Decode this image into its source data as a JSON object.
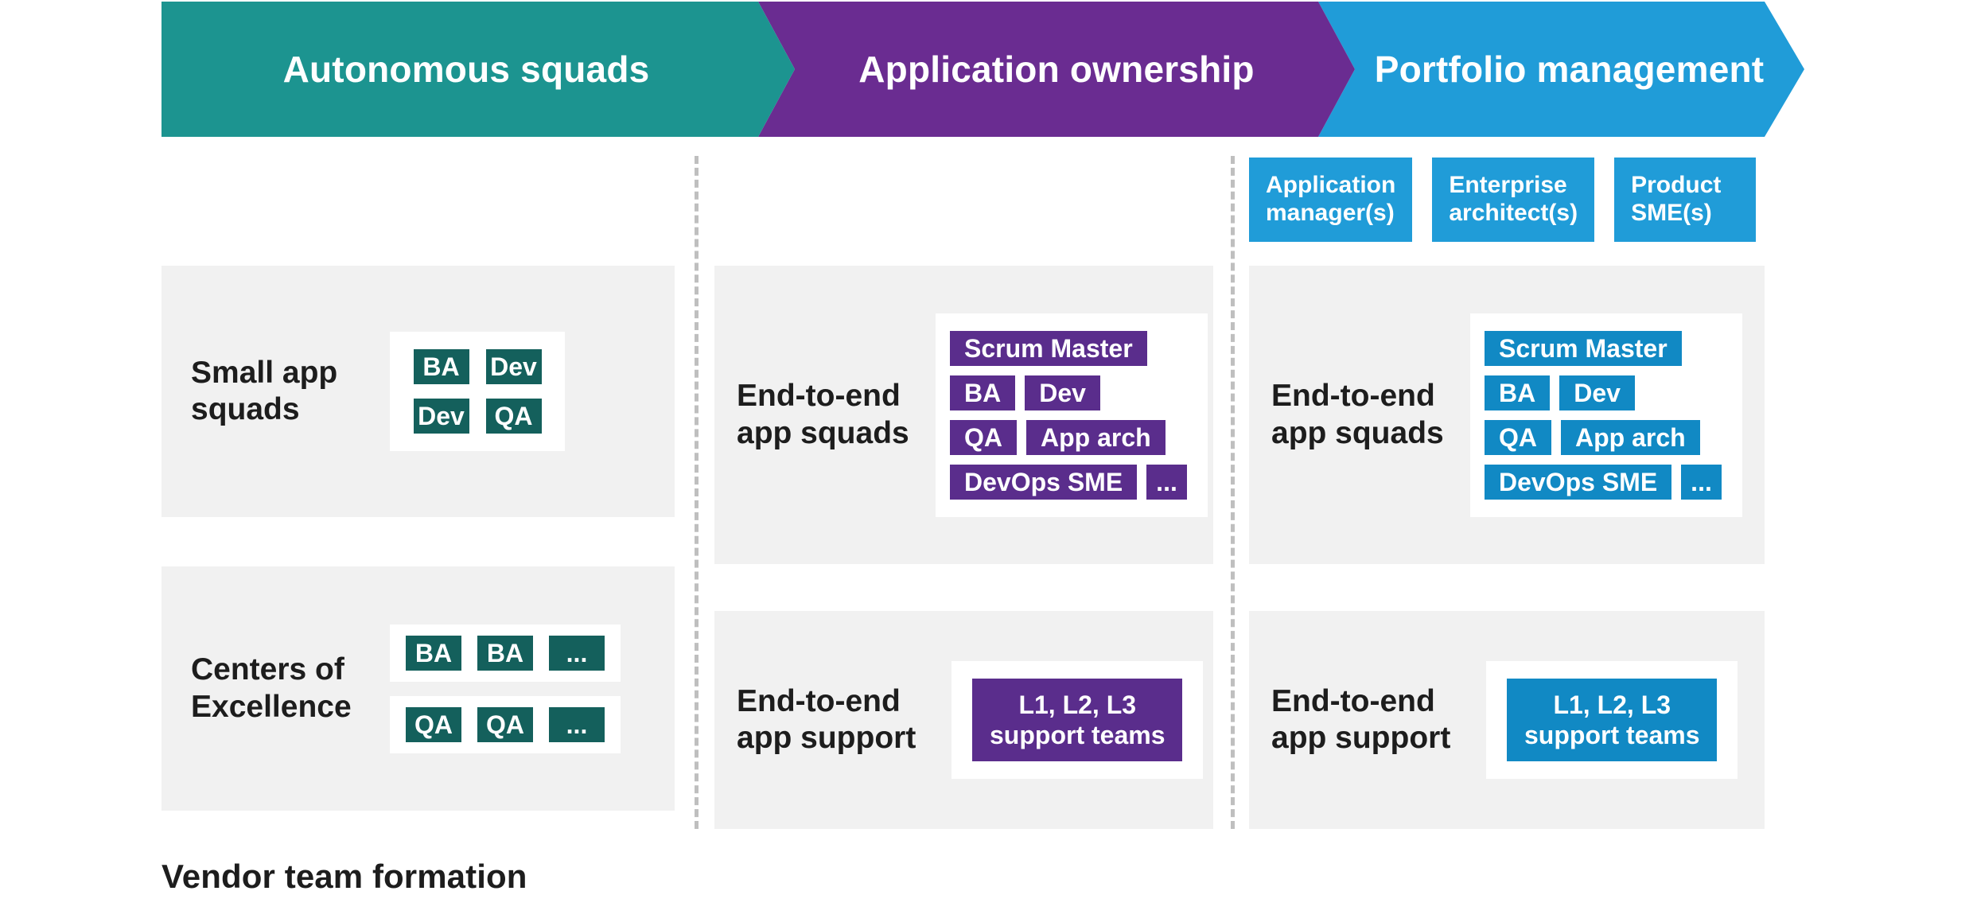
{
  "colors": {
    "teal": "#1C9490",
    "purple": "#6A2C91",
    "blue": "#209CD8",
    "tag_teal": "#14605C",
    "tag_purple": "#5A2D8C",
    "tag_blue": "#1189C4",
    "panel_bg": "#f1f1f1",
    "card_bg": "#ffffff",
    "divider": "#bfbfbf",
    "text": "#1d1d1d"
  },
  "header": {
    "stages": [
      {
        "label": "Autonomous squads",
        "color": "#1C9490"
      },
      {
        "label": "Application ownership",
        "color": "#6A2C91"
      },
      {
        "label": "Portfolio management",
        "color": "#209CD8"
      }
    ]
  },
  "columns": {
    "col1": {
      "stage": "Autonomous squads",
      "top_roles": [],
      "panels": [
        {
          "label": "Small app\nsquads",
          "tag_color": "#14605C",
          "tag_rows": [
            [
              "BA",
              "Dev"
            ],
            [
              "Dev",
              "QA"
            ]
          ]
        },
        {
          "label": "Centers of\nExcellence",
          "tag_color": "#14605C",
          "tag_rows": [
            [
              "BA",
              "BA",
              "..."
            ],
            [
              "QA",
              "QA",
              "..."
            ]
          ]
        }
      ]
    },
    "col2": {
      "stage": "Application ownership",
      "top_roles": [],
      "panels": [
        {
          "label": "End-to-end\napp squads",
          "tag_color": "#5A2D8C",
          "tag_rows": [
            [
              "Scrum Master"
            ],
            [
              "BA",
              "Dev"
            ],
            [
              "QA",
              "App arch"
            ],
            [
              "DevOps SME",
              "..."
            ]
          ]
        },
        {
          "label": "End-to-end\napp support",
          "tag_color": "#5A2D8C",
          "tag_rows": [
            [
              "L1, L2, L3\nsupport teams"
            ]
          ]
        }
      ]
    },
    "col3": {
      "stage": "Portfolio management",
      "top_roles": [
        "Application\nmanager(s)",
        "Enterprise\narchitect(s)",
        "Product\nSME(s)"
      ],
      "panels": [
        {
          "label": "End-to-end\napp squads",
          "tag_color": "#1189C4",
          "tag_rows": [
            [
              "Scrum Master"
            ],
            [
              "BA",
              "Dev"
            ],
            [
              "QA",
              "App arch"
            ],
            [
              "DevOps SME",
              "..."
            ]
          ]
        },
        {
          "label": "End-to-end\napp support",
          "tag_color": "#1189C4",
          "tag_rows": [
            [
              "L1, L2, L3\nsupport teams"
            ]
          ]
        }
      ]
    }
  },
  "caption": "Vendor team formation"
}
